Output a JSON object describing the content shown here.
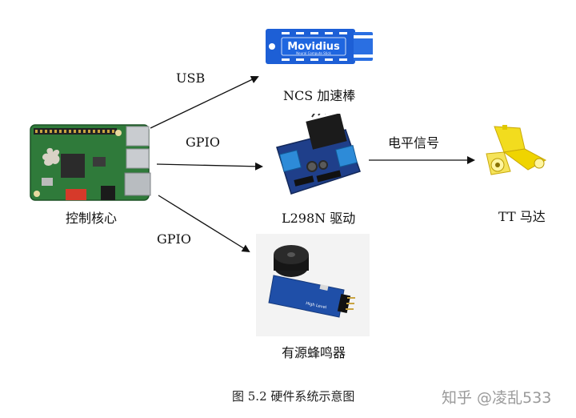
{
  "nodes": {
    "controller": {
      "label": "控制核心"
    },
    "ncs": {
      "label": "NCS 加速棒",
      "brand": "Movidius",
      "subtitle": "Neural Compute Stick"
    },
    "driver": {
      "label": "L298N 驱动"
    },
    "motor": {
      "label": "TT 马达"
    },
    "buzzer": {
      "label": "有源蜂鸣器",
      "board_text": "High Level"
    }
  },
  "edges": [
    {
      "from": "controller",
      "to": "ncs",
      "label": "USB"
    },
    {
      "from": "controller",
      "to": "driver",
      "label": "GPIO"
    },
    {
      "from": "controller",
      "to": "buzzer",
      "label": "GPIO"
    },
    {
      "from": "driver",
      "to": "motor",
      "label": "电平信号"
    }
  ],
  "caption": "图 5.2 硬件系统示意图",
  "watermark": "知乎 @凌乱533",
  "colors": {
    "arrow": "#111111",
    "pcb_green": "#2f7a3a",
    "stick_blue": "#1d5fd6",
    "motor_yellow": "#f2dc1e",
    "buzzer_board": "#1f4fa8"
  }
}
